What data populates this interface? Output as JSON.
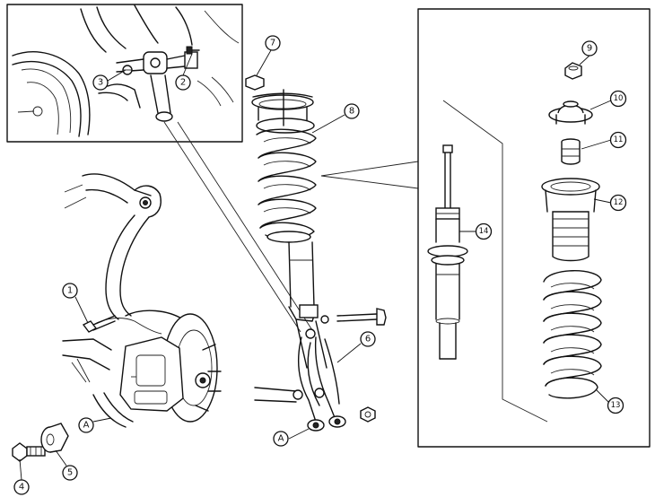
{
  "callouts": {
    "c1": "1",
    "c2": "2",
    "c3": "3",
    "c4": "4",
    "c5": "5",
    "c6": "6",
    "c7": "7",
    "c8": "8",
    "c9": "9",
    "c10": "10",
    "c11": "11",
    "c12": "12",
    "c13": "13",
    "c14": "14",
    "cA1": "A",
    "cA2": "A"
  }
}
